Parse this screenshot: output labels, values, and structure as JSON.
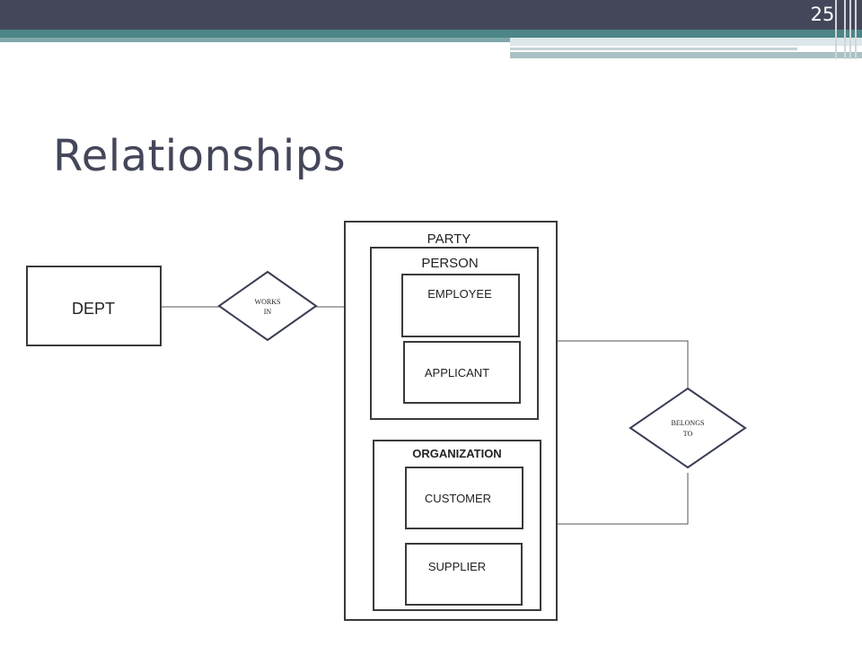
{
  "slide": {
    "number": "25",
    "title": "Relationships"
  },
  "diagram": {
    "entities": {
      "dept": "DEPT",
      "party": "PARTY",
      "person": "PERSON",
      "employee": "EMPLOYEE",
      "applicant": "APPLICANT",
      "organization": "ORGANIZATION",
      "customer": "CUSTOMER",
      "supplier": "SUPPLIER"
    },
    "relationships": {
      "works_in_line1": "WORKS",
      "works_in_line2": "IN",
      "belongs_to_line1": "BELONGS",
      "belongs_to_line2": "TO"
    }
  },
  "colors": {
    "header_dark": "#44475a",
    "header_teal": "#4d8588",
    "title": "#44475a"
  }
}
